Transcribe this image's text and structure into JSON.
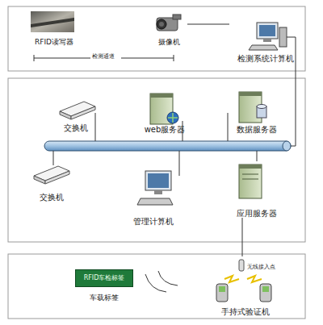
{
  "diagram": {
    "nodes": [
      {
        "text": [
          "RFID读写器"
        ]
      },
      {
        "text": [
          "摄像机"
        ]
      },
      {
        "text": [
          "检测系统计算机"
        ]
      },
      {
        "text": [
          "交换机"
        ]
      },
      {
        "text": [
          "web服务器"
        ]
      },
      {
        "text": [
          "数据服务器"
        ]
      },
      {
        "text": [
          "交换机"
        ]
      },
      {
        "text": [
          "管理计算机"
        ]
      },
      {
        "text": [
          "应用服务器"
        ]
      },
      {
        "text": [
          "RFID车检标签",
          "车载标签"
        ]
      },
      {
        "text": [
          "无线接入点",
          "手持式验证机"
        ]
      }
    ],
    "edges": [
      {
        "from": 1,
        "to": 2,
        "arrow": "none"
      },
      {
        "from": 8,
        "to": 10,
        "arrow": "none"
      }
    ],
    "labels": [
      "检测通道"
    ]
  }
}
